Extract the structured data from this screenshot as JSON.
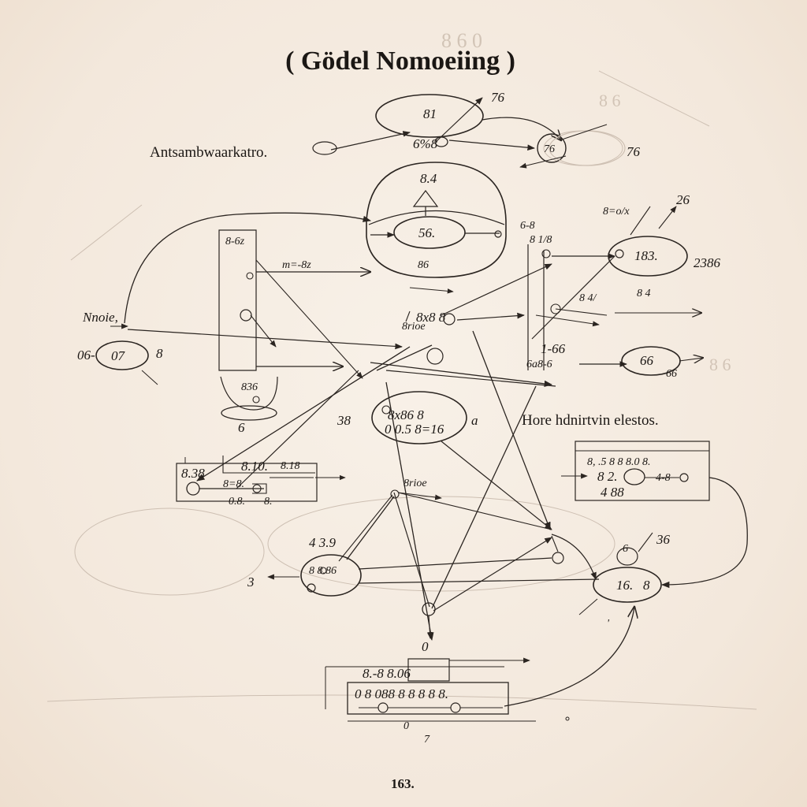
{
  "document": {
    "title": "( Gödel Nomoeiing )",
    "subtitle": "Antsambwaarkatro.",
    "side_note": "Hore hdnirtvin elestos.",
    "page_number": "163."
  },
  "labels": {
    "top_oval": "81",
    "top_oval_below": "6%8",
    "top_right": "76",
    "top_far_right": "76",
    "big_cylinder_top": "8.4",
    "big_cylinder_inner": "56.",
    "big_cylinder_bottom": "86",
    "upper_left_bracket": "8-6z",
    "arrow_eq": "m=-8z",
    "left_note": "Nnoie,",
    "left_oval": "07",
    "left_oval_prefix": "06-",
    "left_oval_suffix": "8",
    "right_upper_eq": "8=o/x",
    "right_upper_num": "26",
    "right_oval": "183.",
    "right_oval_side": "2386",
    "right_mid_top": "8 1/8",
    "right_mid_tag": "6-8",
    "right_mid_oval": "66",
    "right_mid_below": "66",
    "center_node": "8x8 8",
    "mid_col_a": "1-66",
    "mid_col_b": "6a8-6",
    "bracket_oval": "836",
    "bracket_oval_below": "6",
    "center_oval_top": "8x86 8",
    "center_oval_bottom": "0 0.5 8=16",
    "center_oval_left": "38",
    "left_box_a": "8.38",
    "left_box_b": "8.10.",
    "left_box_c": "8.18",
    "left_box_d": "8=8.",
    "left_box_e": "0.8.",
    "right_box_top": "8, .5 8 8 8.0 8.",
    "right_box_mid": "8 2.",
    "right_box_bottom": "4 88",
    "mid_note": "8rioe",
    "lower_left_note": "4 3.9",
    "lower_left_oval": "8 8.86",
    "lower_left_side": "3",
    "lower_right_top": "36",
    "lower_right_oval": "16.",
    "lower_right_side": "8",
    "bottom_node": "0",
    "bottom_box_head": "8.-8 8.06",
    "bottom_box_row": "0 8 088 8 8 8 8 8.",
    "bottom_box_foot": "7"
  }
}
